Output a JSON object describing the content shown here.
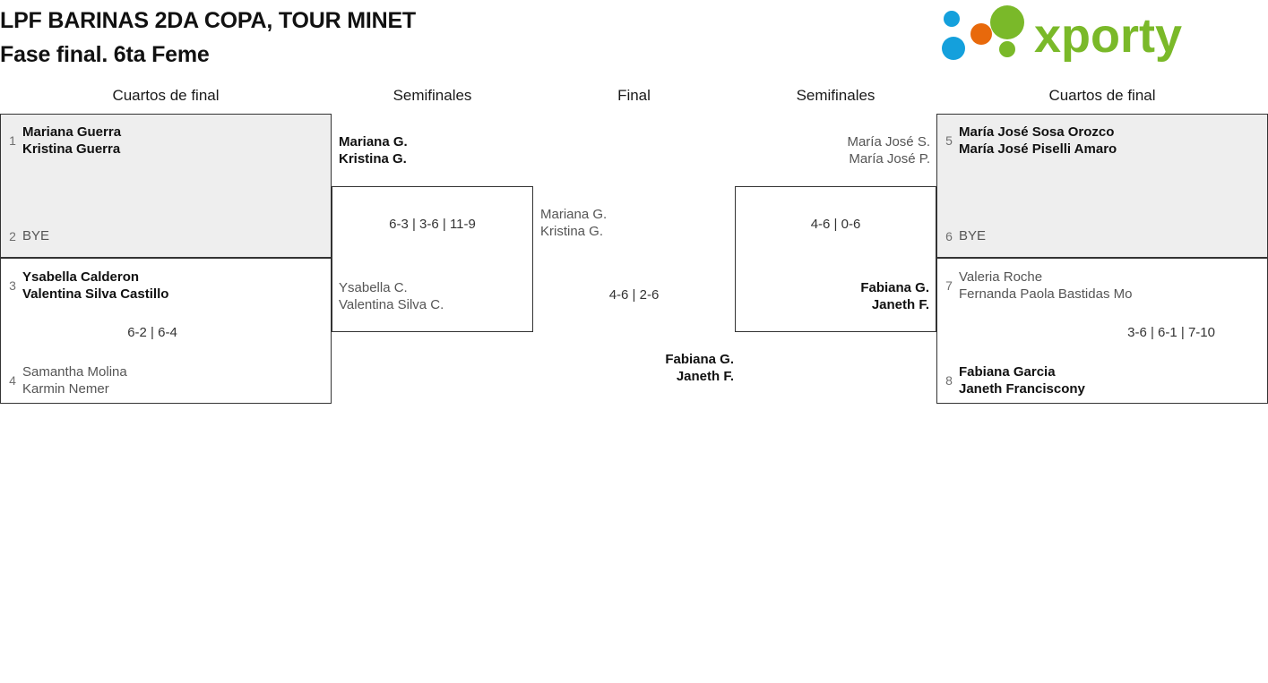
{
  "header": {
    "title_line_1": "LPF BARINAS 2DA COPA, TOUR MINET",
    "title_line_2": "Fase final. 6ta Feme",
    "logo_text": "xporty",
    "logo_colors": {
      "green": "#7AB929",
      "blue": "#14A0DC",
      "orange": "#E8690B"
    }
  },
  "rounds": {
    "quarterfinals_left": "Cuartos de final",
    "semifinals_left": "Semifinales",
    "final": "Final",
    "semifinals_right": "Semifinales",
    "quarterfinals_right": "Cuartos de final"
  },
  "bracket": {
    "quarterfinals_left": [
      {
        "shaded": true,
        "top": {
          "seed": "1",
          "line1": "Mariana Guerra",
          "line2": "Kristina Guerra",
          "result": "winner"
        },
        "bottom": {
          "seed": "2",
          "line1": "BYE",
          "line2": "",
          "result": "bye"
        },
        "score": ""
      },
      {
        "shaded": false,
        "top": {
          "seed": "3",
          "line1": "Ysabella Calderon",
          "line2": "Valentina Silva Castillo",
          "result": "winner"
        },
        "bottom": {
          "seed": "4",
          "line1": "Samantha Molina",
          "line2": "Karmin Nemer",
          "result": "loser"
        },
        "score": "6-2 | 6-4"
      }
    ],
    "semifinal_left": {
      "top": {
        "line1": "Mariana G.",
        "line2": "Kristina G.",
        "result": "winner"
      },
      "bottom": {
        "line1": "Ysabella C.",
        "line2": "Valentina Silva C.",
        "result": "loser"
      },
      "score": "6-3 | 3-6 | 11-9"
    },
    "final": {
      "left_side": {
        "line1": "Mariana G.",
        "line2": "Kristina G.",
        "result": "loser"
      },
      "right_side": {
        "line1": "Fabiana G.",
        "line2": "Janeth F.",
        "result": "winner"
      },
      "score": "4-6 | 2-6"
    },
    "semifinal_right": {
      "top": {
        "line1": "María José S.",
        "line2": "María José P.",
        "result": "loser"
      },
      "bottom": {
        "line1": "Fabiana G.",
        "line2": "Janeth F.",
        "result": "winner"
      },
      "score": "4-6 | 0-6"
    },
    "quarterfinals_right": [
      {
        "shaded": true,
        "top": {
          "seed": "5",
          "line1": "María José Sosa Orozco",
          "line2": "María José Piselli Amaro",
          "result": "winner"
        },
        "bottom": {
          "seed": "6",
          "line1": "BYE",
          "line2": "",
          "result": "bye"
        },
        "score": ""
      },
      {
        "shaded": false,
        "top": {
          "seed": "7",
          "line1": "Valeria Roche",
          "line2": "Fernanda Paola Bastidas Mo",
          "result": "loser"
        },
        "bottom": {
          "seed": "8",
          "line1": "Fabiana Garcia",
          "line2": "Janeth Franciscony",
          "result": "winner"
        },
        "score": "3-6 | 6-1 | 7-10"
      }
    ]
  }
}
